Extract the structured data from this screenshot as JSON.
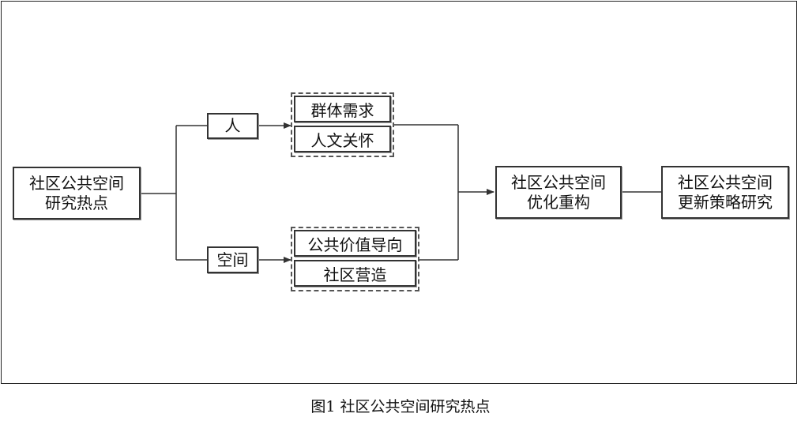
{
  "diagram": {
    "root": {
      "line1": "社区公共空间",
      "line2": "研究热点"
    },
    "branch_people": {
      "label": "人",
      "items": [
        "群体需求",
        "人文关怀"
      ]
    },
    "branch_space": {
      "label": "空间",
      "items": [
        "公共价值导向",
        "社区营造"
      ]
    },
    "optimize": {
      "line1": "社区公共空间",
      "line2": "优化重构"
    },
    "strategy": {
      "line1": "社区公共空间",
      "line2": "更新策略研究"
    }
  },
  "caption": "图1 社区公共空间研究热点",
  "colors": {
    "line": "#333333",
    "border": "#333333",
    "dashed": "#555555"
  }
}
